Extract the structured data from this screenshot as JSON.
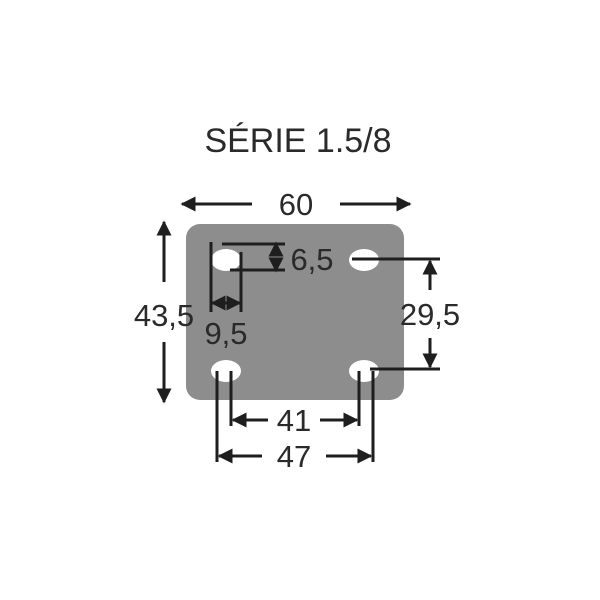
{
  "title": "SÉRIE 1.5/8",
  "dimensions": {
    "overall_width": "60",
    "overall_height": "43,5",
    "hole_height": "6,5",
    "hole_width": "9,5",
    "hole_spacing_vertical": "29,5",
    "hole_spacing_inner": "41",
    "hole_spacing_outer": "47"
  },
  "colors": {
    "plate": "#8d8d8d",
    "hole": "#ffffff",
    "line": "#1e1e1e",
    "text": "#2a2a2a"
  }
}
